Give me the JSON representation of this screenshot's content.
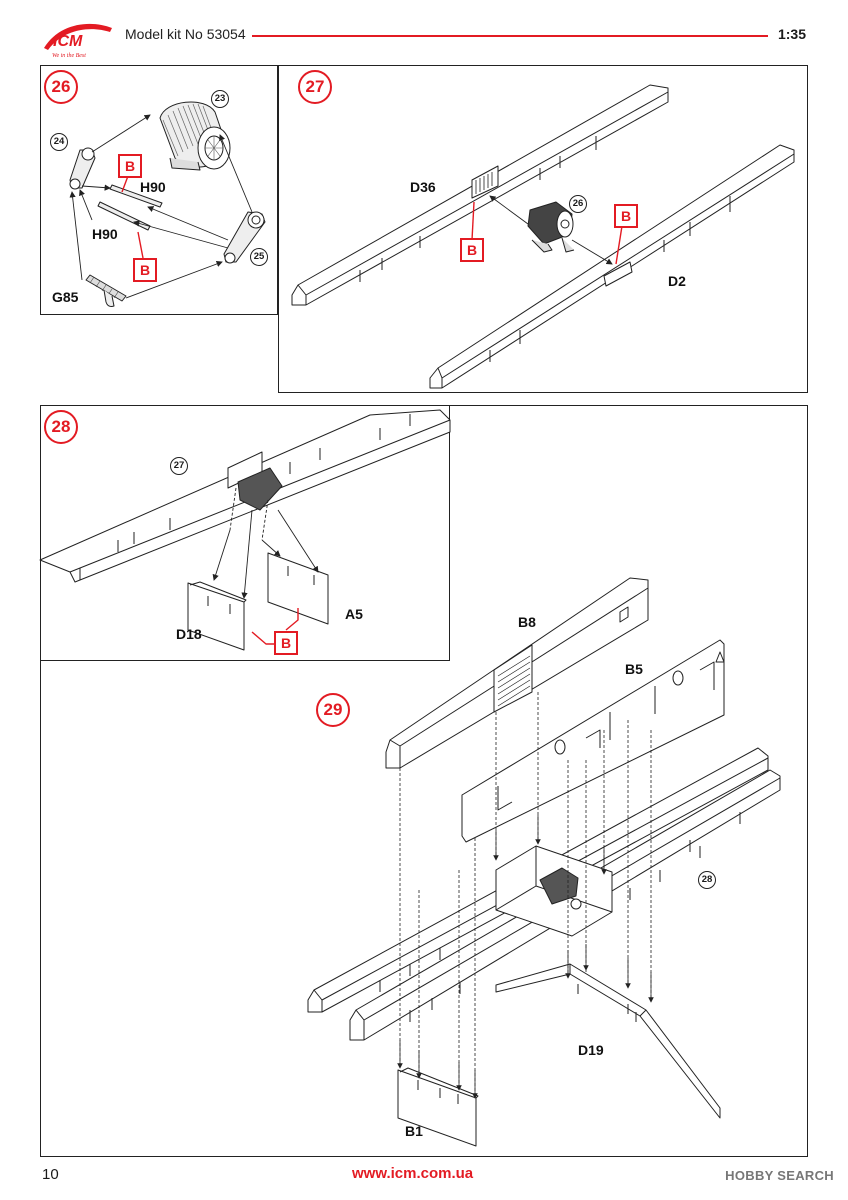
{
  "header": {
    "brand": "ICM",
    "tagline": "We in the Best",
    "model": "Model kit No 53054",
    "scale": "1:35"
  },
  "colors": {
    "accent": "#e31b23",
    "line": "#222222",
    "shade": "#dddddd"
  },
  "steps": [
    {
      "number": "26",
      "callouts": [
        "23",
        "24",
        "25"
      ],
      "parts": [
        "H90",
        "H90",
        "G85"
      ],
      "paint_codes": [
        "B",
        "B"
      ]
    },
    {
      "number": "27",
      "callouts": [
        "26"
      ],
      "parts": [
        "D36",
        "D2"
      ],
      "paint_codes": [
        "B",
        "B"
      ]
    },
    {
      "number": "28",
      "callouts": [
        "27"
      ],
      "parts": [
        "D18",
        "A5"
      ],
      "paint_codes": [
        "B"
      ]
    },
    {
      "number": "29",
      "callouts": [
        "28"
      ],
      "parts": [
        "B8",
        "B5",
        "D19",
        "B1"
      ]
    }
  ],
  "footer": {
    "page": "10",
    "url": "www.icm.com.ua",
    "watermark": "HOBBY SEARCH"
  }
}
